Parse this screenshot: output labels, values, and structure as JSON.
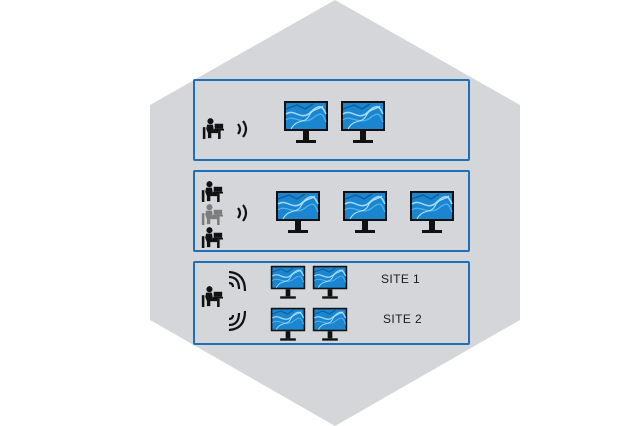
{
  "colors": {
    "background": "#ffffff",
    "hexagon_fill": "#d4d6d9",
    "panel_border": "#1f6fb8",
    "monitor_screen": "#1b86cf",
    "monitor_frame": "#111111",
    "person": "#111111",
    "person_secondary": "#7d7d7d"
  },
  "icons": {
    "user": "person-at-desk-icon",
    "signal": "wireless-signal-icon",
    "display": "monitor-icon"
  },
  "panels": [
    {
      "id": "single-user-two-displays",
      "users": 1,
      "displays": 2
    },
    {
      "id": "multi-user-three-displays",
      "users": 3,
      "displays": 3
    },
    {
      "id": "two-sites",
      "users": 1,
      "sites": [
        {
          "label": "SITE 1",
          "displays": 2
        },
        {
          "label": "SITE 2",
          "displays": 2
        }
      ]
    }
  ]
}
